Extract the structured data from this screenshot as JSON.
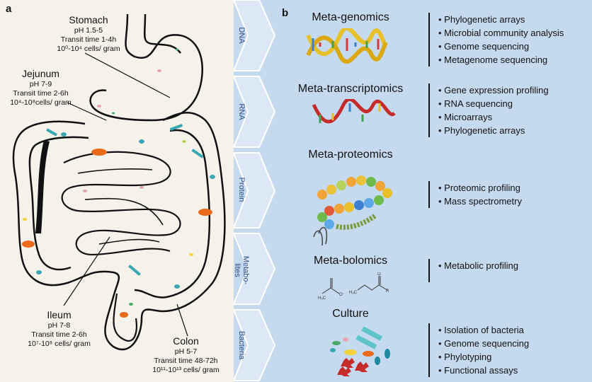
{
  "panel_a": {
    "letter": "a",
    "stomach": {
      "name": "Stomach",
      "ph": "pH 1.5-5",
      "transit": "Transit time 1-4h",
      "cells": "10⁰-10⁴ cells/ gram"
    },
    "jejunum": {
      "name": "Jejunum",
      "ph": "pH 7-9",
      "transit": "Transit time 2-6h",
      "cells": "10⁴-10⁸cells/ gram"
    },
    "ileum": {
      "name": "Ileum",
      "ph": "pH 7-8",
      "transit": "Transit time 2-6h",
      "cells": "10⁷-10⁸ cells/ gram"
    },
    "colon": {
      "name": "Colon",
      "ph": "pH 5-7",
      "transit": "Transit time 48-72h",
      "cells": "10¹¹-10¹³ cells/ gram"
    }
  },
  "panel_b": {
    "letter": "b",
    "chevrons": [
      "DNA",
      "RNA",
      "Protein",
      "Metabo-\nlites",
      "Bacteria"
    ],
    "omics": [
      {
        "title": "Meta-genomics",
        "items": [
          "Phylogenetic arrays",
          "Microbial community analysis",
          "Genome sequencing",
          "Metagenome sequencing"
        ]
      },
      {
        "title": "Meta-transcriptomics",
        "items": [
          "Gene expression profiling",
          "RNA sequencing",
          "Microarrays",
          "Phylogenetic arrays"
        ]
      },
      {
        "title": "Meta-proteomics",
        "items": [
          "Proteomic profiling",
          "Mass spectrometry"
        ]
      },
      {
        "title": "Meta-bolomics",
        "items": [
          "Metabolic profiling"
        ]
      },
      {
        "title": "Culture",
        "items": [
          "Isolation of bacteria",
          "Genome sequencing",
          "Phylotyping",
          "Functional assays"
        ]
      }
    ]
  }
}
